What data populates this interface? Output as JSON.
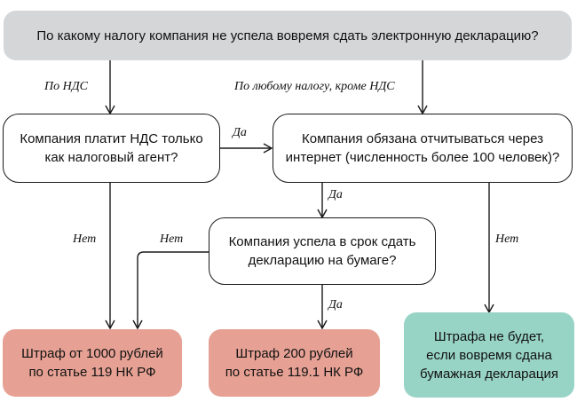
{
  "diagram": {
    "root": {
      "text": "По какому налогу компания не успела вовремя сдать электронную декларацию?"
    },
    "questions": {
      "vat_agent": "Компания платит НДС только\nкак налоговый агент?",
      "internet_reporting": "Компания обязана отчитываться через\nинтернет (численность более 100 человек)?",
      "paper_in_time": "Компания успела в срок сдать\nдекларацию на бумаге?"
    },
    "outcomes": {
      "fine_1000": "Штраф от 1000 рублей\nпо статье 119 НК РФ",
      "fine_200": "Штраф 200 рублей\nпо статье 119.1 НК РФ",
      "no_fine": "Штрафа не будет,\nесли вовремя сдана\nбумажная декларация"
    },
    "edge_labels": {
      "by_vat": "По НДС",
      "any_tax_except_vat": "По любому налогу, кроме НДС",
      "vat_agent_yes": "Да",
      "vat_agent_no": "Нет",
      "internet_yes": "Да",
      "internet_no": "Нет",
      "paper_no": "Нет",
      "paper_yes": "Да"
    },
    "colors": {
      "root_fill": "#d4d6d8",
      "fine_fill": "#e6a194",
      "no_fine_fill": "#98d4c6",
      "question_border": "#1a1a1a"
    }
  }
}
